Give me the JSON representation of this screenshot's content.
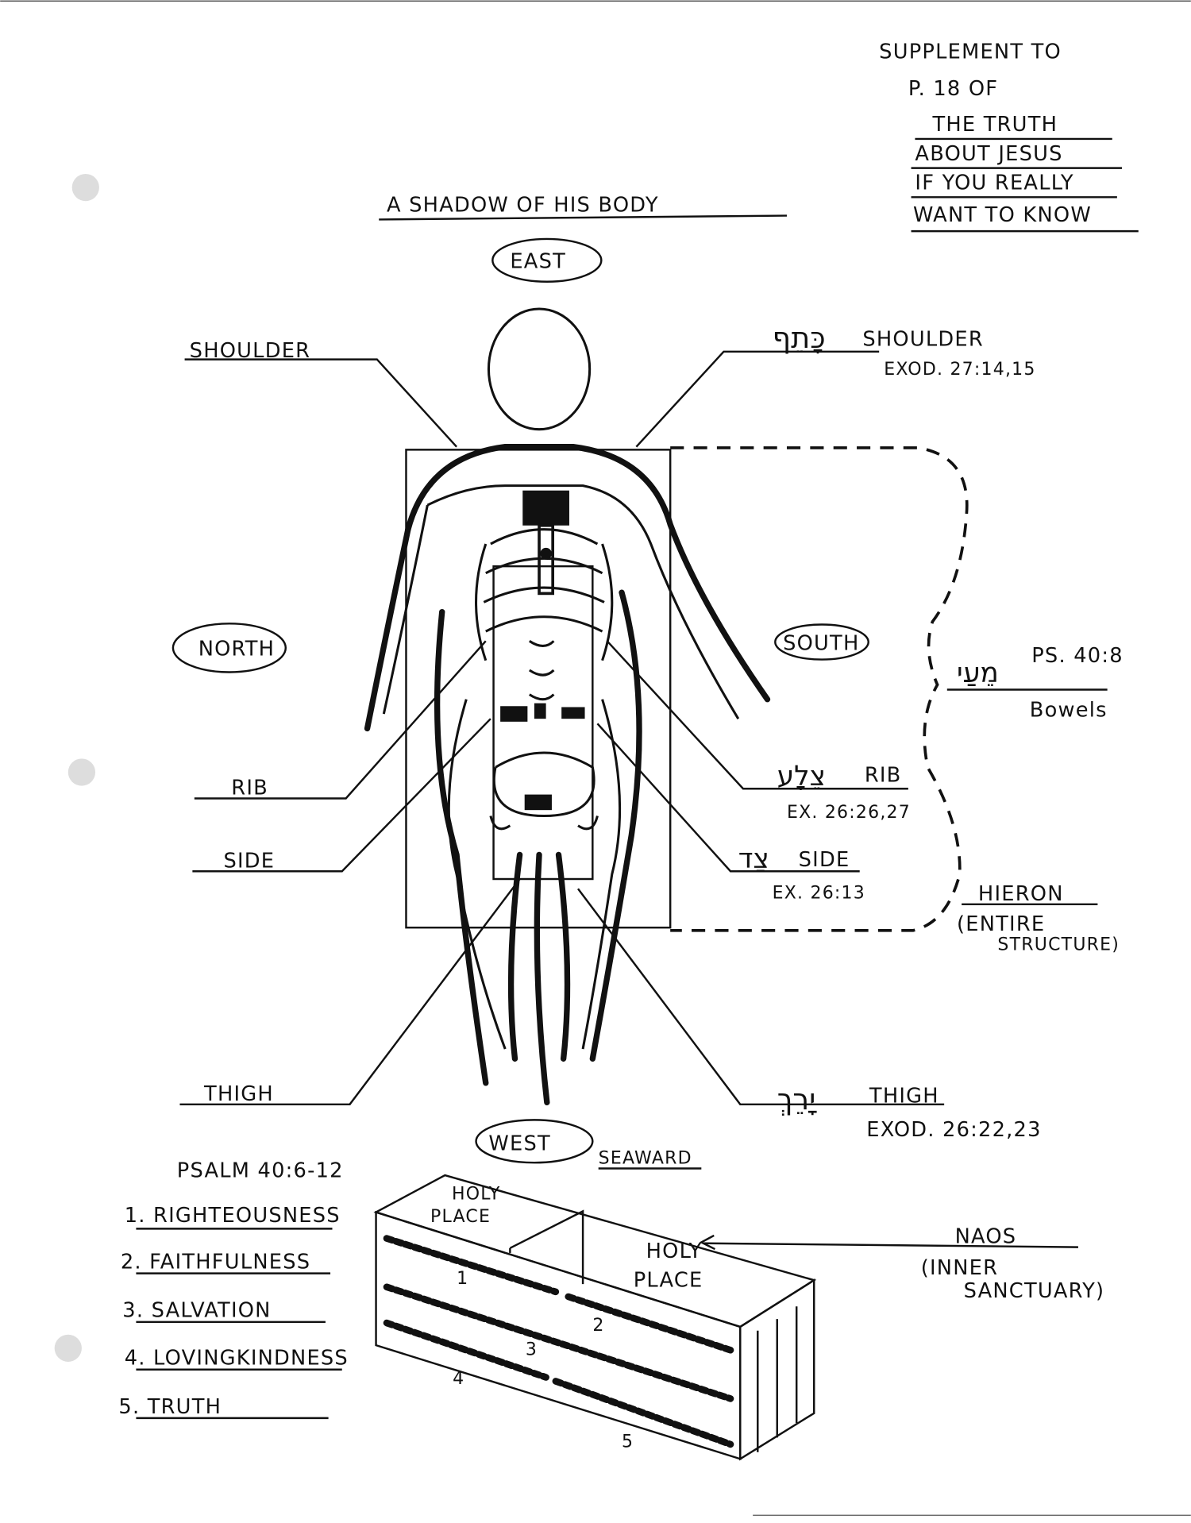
{
  "supplement_note": [
    "SUPPLEMENT TO",
    "P. 18 OF",
    "THE TRUTH",
    "ABOUT JESUS",
    "IF YOU REALLY",
    "WANT TO KNOW"
  ],
  "title": "A SHADOW OF HIS BODY",
  "directions": {
    "east": "EAST",
    "west": "WEST",
    "north": "NORTH",
    "south": "SOUTH",
    "seaward": "SEAWARD"
  },
  "left_labels": {
    "shoulder": "SHOULDER",
    "rib": "RIB",
    "side": "SIDE",
    "thigh": "THIGH"
  },
  "right_labels": {
    "shoulder": {
      "hebrew": "כָּתֵף",
      "label": "SHOULDER",
      "ref": "EXOD. 27:14,15"
    },
    "bowels": {
      "hebrew": "מֵעַי",
      "label": "Bowels",
      "ref": "PS. 40:8"
    },
    "rib": {
      "hebrew": "צֵלָע",
      "label": "RIB",
      "ref": "EX. 26:26,27"
    },
    "side": {
      "hebrew": "צַד",
      "label": "SIDE",
      "ref": "EX. 26:13"
    },
    "hieron": {
      "label": "HIERON",
      "note1": "(ENTIRE",
      "note2": "STRUCTURE)"
    },
    "thigh": {
      "hebrew": "יָרֵךְ",
      "label": "THIGH",
      "ref": "EXOD. 26:22,23"
    }
  },
  "psalm": {
    "heading": "PSALM 40:6-12",
    "items": [
      "1. RIGHTEOUSNESS",
      "2. FAITHFULNESS",
      "3. SALVATION",
      "4. LOVINGKINDNESS",
      "5. TRUTH"
    ]
  },
  "tabernacle": {
    "holy_place_small": [
      "HOLY",
      "PLACE"
    ],
    "holy_place_large": [
      "HOLY",
      "PLACE"
    ],
    "bar_numbers": [
      "1",
      "2",
      "3",
      "4",
      "5"
    ],
    "naos": "NAOS",
    "naos_note1": "(INNER",
    "naos_note2": "SANCTUARY)"
  }
}
